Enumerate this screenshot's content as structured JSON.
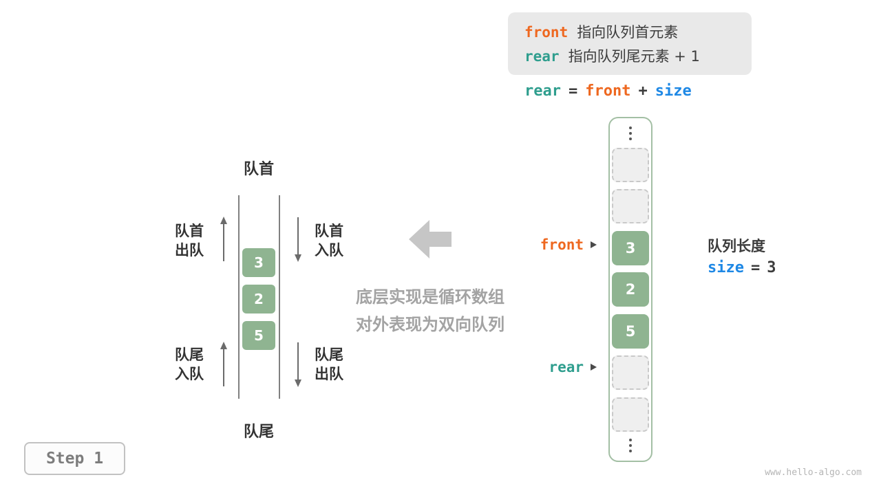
{
  "legend": {
    "front_keyword": "front",
    "front_text": "指向队列首元素",
    "rear_keyword": "rear",
    "rear_text": "指向队列尾元素 + 1"
  },
  "formula": {
    "rear": "rear",
    "equals": "=",
    "front": "front",
    "plus": "+",
    "size": "size"
  },
  "queue_diagram": {
    "top_label": "队首",
    "bottom_label": "队尾",
    "values": [
      "3",
      "2",
      "5"
    ],
    "front_dequeue": {
      "line1": "队首",
      "line2": "出队"
    },
    "front_enqueue": {
      "line1": "队首",
      "line2": "入队"
    },
    "rear_enqueue": {
      "line1": "队尾",
      "line2": "入队"
    },
    "rear_dequeue": {
      "line1": "队尾",
      "line2": "出队"
    }
  },
  "note": {
    "line1": "底层实现是循环数组",
    "line2": "对外表现为双向队列"
  },
  "array_diagram": {
    "front_label": "front",
    "rear_label": "rear",
    "cells": [
      {
        "value": ""
      },
      {
        "value": ""
      },
      {
        "value": "3"
      },
      {
        "value": "2"
      },
      {
        "value": "5"
      },
      {
        "value": ""
      },
      {
        "value": ""
      }
    ]
  },
  "length_info": {
    "title": "队列长度",
    "keyword": "size",
    "equals": "=",
    "value": "3"
  },
  "step_label": "Step 1",
  "watermark": "www.hello-algo.com",
  "colors": {
    "orange": "#ee6820",
    "teal": "#2f9e8e",
    "blue": "#1e88e5",
    "cell_green": "#8fb491",
    "arrow_gray": "#c6c6c6"
  }
}
